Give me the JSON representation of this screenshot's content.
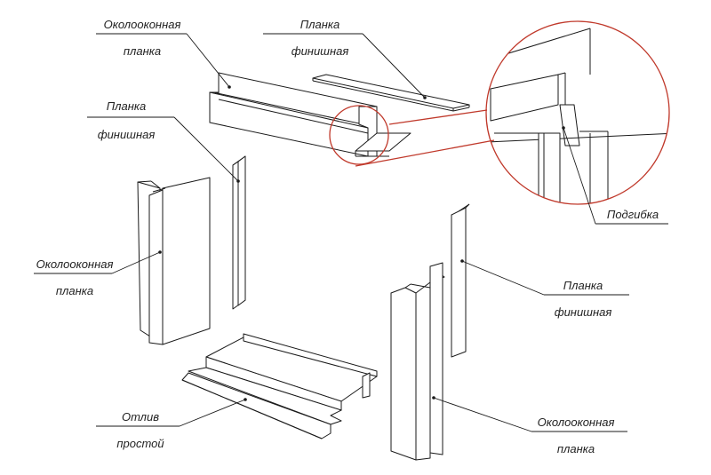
{
  "labels": {
    "top_casing": [
      "Околооконная",
      "планка"
    ],
    "top_finish": [
      "Планка",
      "финишная"
    ],
    "left_finish": [
      "Планка",
      "финишная"
    ],
    "left_casing": [
      "Околооконная",
      "планка"
    ],
    "bend": "Подгибка",
    "right_finish": [
      "Планка",
      "финишная"
    ],
    "sill": [
      "Отлив",
      "простой"
    ],
    "right_casing": [
      "Околооконная",
      "планка"
    ]
  },
  "colors": {
    "line": "#1a1a1a",
    "detail_circle": "#c0392b",
    "background": "#ffffff"
  }
}
